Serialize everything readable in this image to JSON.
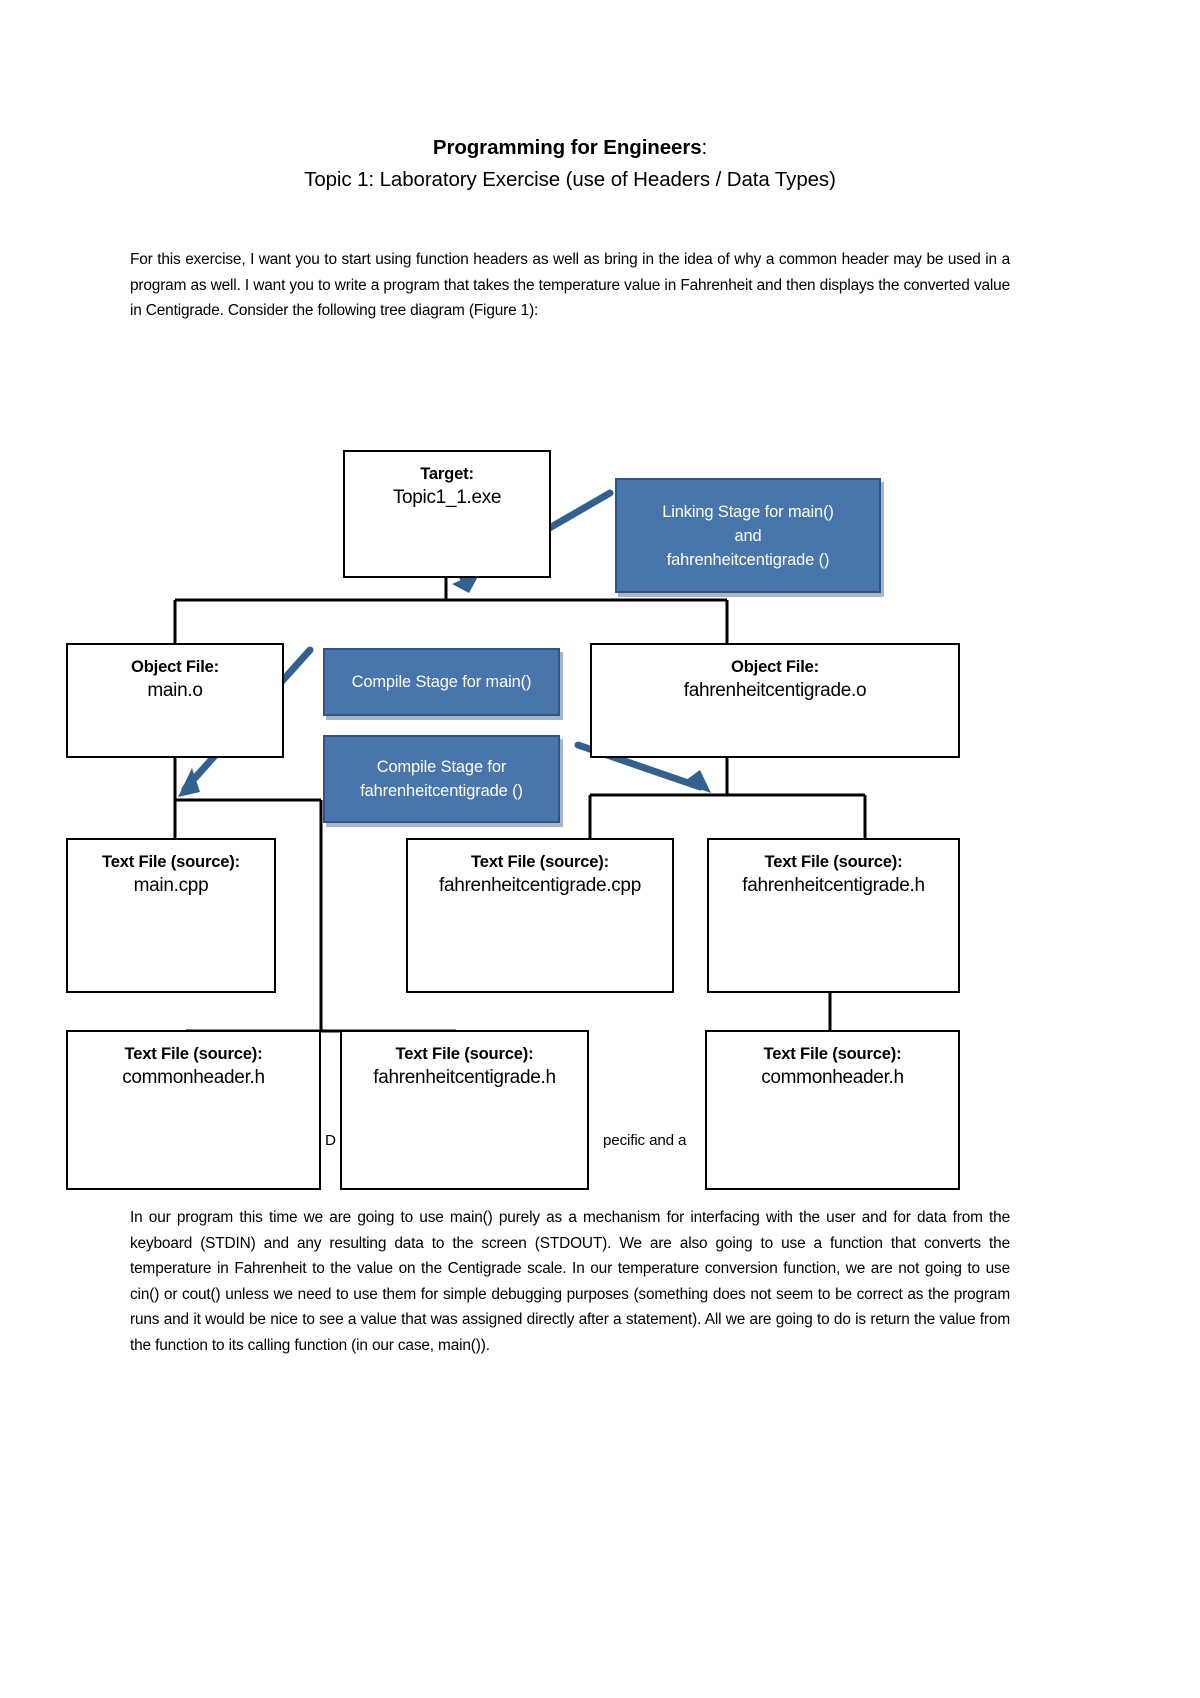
{
  "document": {
    "title_line1_bold": "Programming for Engineers",
    "title_line1_tail": ":",
    "title_line2": "Topic 1: Laboratory Exercise (use of Headers / Data Types)",
    "paragraph_1": "For this exercise, I want you to start using function headers as well as bring in the idea of why a common header may be used in a program as well.  I want you to write a program that takes the temperature value in Fahrenheit and then displays the converted value in Centigrade.  Consider the following tree diagram (Figure 1):",
    "paragraph_2": "In our program this time we are going to use main() purely as a mechanism for interfacing with the user and for data from the keyboard (STDIN) and any resulting data to the screen (STDOUT).  We are also going to use a function that converts the temperature in Fahrenheit to the value on the Centigrade scale.  In our temperature conversion function, we are not going to use cin() or cout() unless we need to use them for simple debugging purposes (something does not seem to be correct as the program runs and it would be nice to see a value that was assigned directly after a statement).  All we are going to do is return the value from the function to its calling function (in our case, main()).",
    "caption_fragment_left": "D",
    "caption_fragment_right": "pecific and a"
  },
  "diagram": {
    "nodes": [
      {
        "id": "target",
        "header": "Target:",
        "file": "Topic1_1.exe"
      },
      {
        "id": "obj-main",
        "header": "Object File:",
        "file": "main.o"
      },
      {
        "id": "obj-fhc",
        "header": "Object File:",
        "file": "fahrenheitcentigrade.o"
      },
      {
        "id": "src-main-cpp",
        "header": "Text File (source):",
        "file": "main.cpp"
      },
      {
        "id": "src-fhc-cpp",
        "header": "Text File (source):",
        "file": "fahrenheitcentigrade.cpp"
      },
      {
        "id": "src-fhc-h",
        "header": "Text File (source):",
        "file": "fahrenheitcentigrade.h"
      },
      {
        "id": "hdr-common-1",
        "header": "Text File (source):",
        "file": "commonheader.h"
      },
      {
        "id": "hdr-fhc-h",
        "header": "Text File (source):",
        "file": "fahrenheitcentigrade.h"
      },
      {
        "id": "hdr-common-2",
        "header": "Text File (source):",
        "file": "commonheader.h"
      }
    ],
    "callouts": [
      {
        "id": "link-stage",
        "lines": [
          "Linking Stage for main()",
          "and",
          "fahrenheitcentigrade ()"
        ]
      },
      {
        "id": "compile-main",
        "lines": [
          "Compile Stage for main()"
        ]
      },
      {
        "id": "compile-fhc",
        "lines": [
          "Compile Stage for",
          "fahrenheitcentigrade ()"
        ]
      }
    ],
    "colors": {
      "callout_fill": "#4876AC",
      "callout_border": "#2E5584",
      "arrow": "#33618F",
      "connector": "#000000"
    }
  }
}
